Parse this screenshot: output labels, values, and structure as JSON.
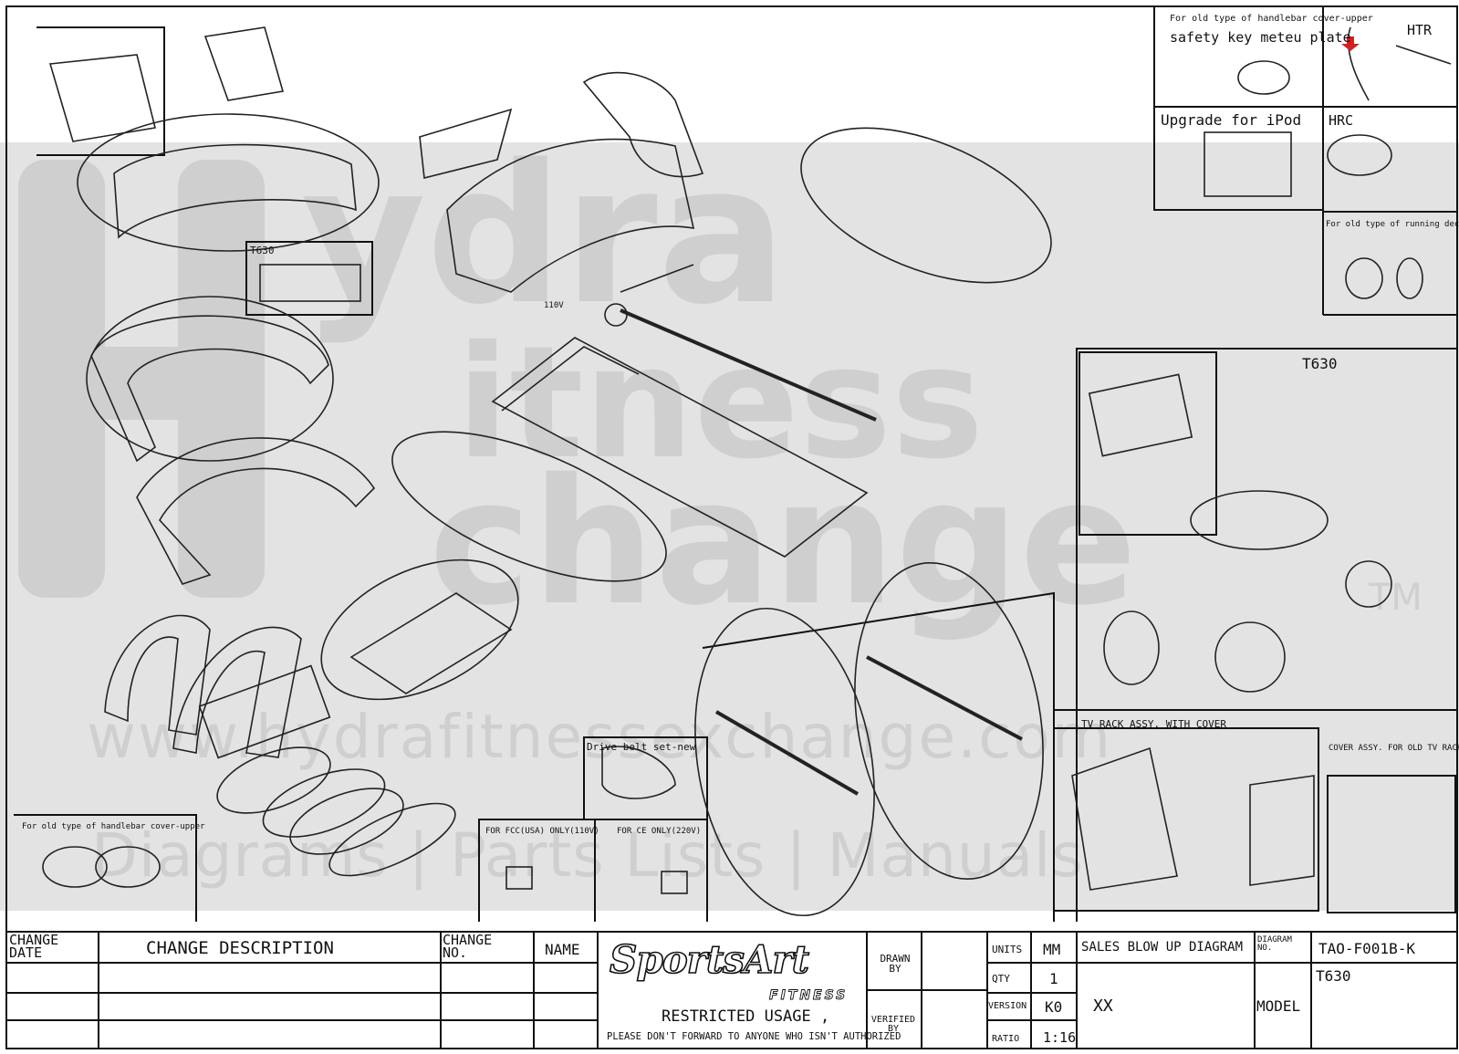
{
  "watermark": {
    "big_letters": "ydra",
    "line2": "itness",
    "line3": "change",
    "url": "www.hydrafitnessexchange.com",
    "bottom": "Diagrams | Parts Lists | Manuals",
    "tm": "TM"
  },
  "insets": {
    "handlebar_old_top": {
      "line1": "For old type of handlebar cover-upper",
      "line2": "safety key meteu plate"
    },
    "htr": "HTR",
    "ipod": "Upgrade for iPod",
    "hrc": "HRC",
    "running_deck_old": "For old type of running deck",
    "t630_console": "T630",
    "t630_small": "T630",
    "tv_rack": "TV RACK ASSY. WITH COVER",
    "cover_old_tv": "COVER ASSY. FOR OLD TV RACK",
    "drive_belt": "Drive belt set-new",
    "fcc": "FOR FCC(USA) ONLY(110V)",
    "ce": "FOR CE ONLY(220V)",
    "handlebar_old_bottom": "For old type of handlebar cover-upper",
    "voltage_tag": "110V"
  },
  "title_block": {
    "change_date": "CHANGE DATE",
    "change_description": "CHANGE DESCRIPTION",
    "change_no": "CHANGE NO.",
    "name": "NAME",
    "logo_main": "SportsArt",
    "logo_sub": "FITNESS",
    "restricted": "RESTRICTED USAGE ,",
    "restricted_note": "PLEASE DON'T FORWARD TO ANYONE WHO ISN'T AUTHORIZED",
    "drawn_by": "DRAWN BY",
    "verified_by": "VERIFIED BY",
    "units_label": "UNITS",
    "units_value": "MM",
    "qty_label": "QTY",
    "qty_value": "1",
    "version_label": "VERSION",
    "version_value": "K0",
    "ratio_label": "RATIO",
    "ratio_value": "1:16",
    "title": "SALES BLOW UP DIAGRAM",
    "diagram_no_label": "DIAGRAM NO.",
    "diagram_no": "TAO-F001B-K",
    "model_value": "T630",
    "xx": "XX",
    "model_label": "MODEL"
  }
}
